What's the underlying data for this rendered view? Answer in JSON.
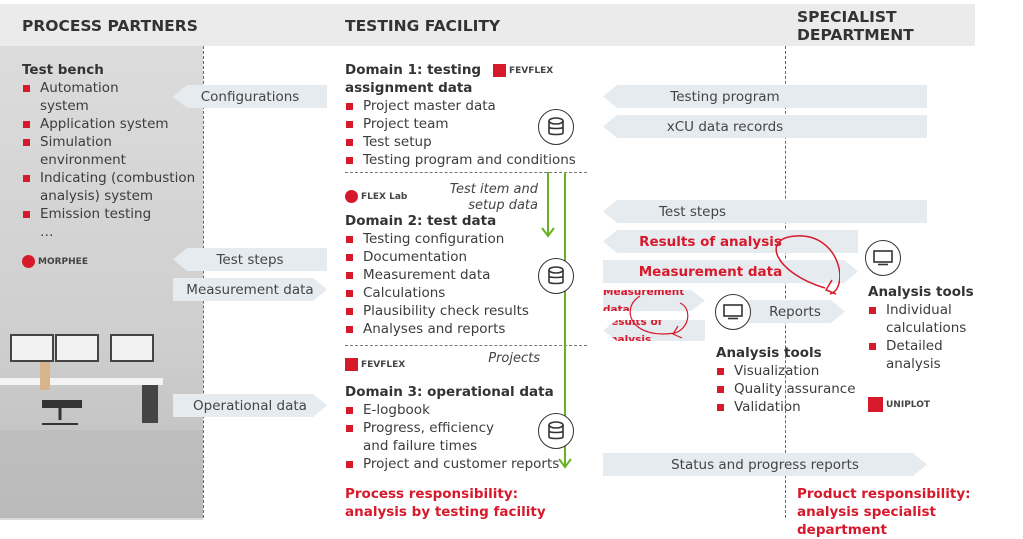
{
  "headers": {
    "partners": "PROCESS PARTNERS",
    "facility": "TESTING FACILITY",
    "specialist_1": "SPECIALIST",
    "specialist_2": "DEPARTMENT"
  },
  "test_bench": {
    "title": "Test bench",
    "items": [
      "Automation",
      "system",
      "Application system",
      "Simulation",
      "environment",
      "Indicating (combustion",
      "analysis) system",
      "Emission testing",
      "…"
    ]
  },
  "logos": {
    "morphee": "MORPHEE",
    "fevflex": "FEVFLEX",
    "flexlab": "FLEX Lab",
    "uniplot": "UNIPLOT"
  },
  "left_arrows": {
    "configurations": "Configurations",
    "test_steps": "Test steps",
    "measurement_data": "Measurement data",
    "operational_data": "Operational data"
  },
  "domain1": {
    "title_1": "Domain 1: testing",
    "title_2": "assignment data",
    "items": [
      "Project master data",
      "Project team",
      "Test setup",
      "Testing program and conditions"
    ]
  },
  "domain2": {
    "title": "Domain 2: test data",
    "items": [
      "Testing configuration",
      "Documentation",
      "Measurement data",
      "Calculations",
      "Plausibility check results",
      "Analyses and reports"
    ]
  },
  "domain3": {
    "title": "Domain 3: operational data",
    "items": [
      "E-logbook",
      "Progress, efficiency",
      "and failure times",
      "Project and customer reports"
    ]
  },
  "flow_labels": {
    "test_item_1": "Test item and",
    "test_item_2": "setup data",
    "projects": "Projects"
  },
  "right_arrows": {
    "testing_program": "Testing program",
    "xcu": "xCU data records",
    "test_steps": "Test steps",
    "results": "Results of analysis",
    "measurement": "Measurement data",
    "small_measurement": "Measurement data",
    "small_results": "Results of analysis.",
    "reports": "Reports",
    "status": "Status and progress reports"
  },
  "tools_mid": {
    "title": "Analysis tools",
    "items": [
      "Visualization",
      "Quality assurance",
      "Validation"
    ]
  },
  "tools_right": {
    "title": "Analysis tools",
    "items": [
      "Individual",
      "calculations",
      "Detailed",
      "analysis"
    ]
  },
  "footer": {
    "process_1": "Process responsibility:",
    "process_2": "analysis by testing facility",
    "product_1": "Product responsibility:",
    "product_2": "analysis specialist department"
  }
}
